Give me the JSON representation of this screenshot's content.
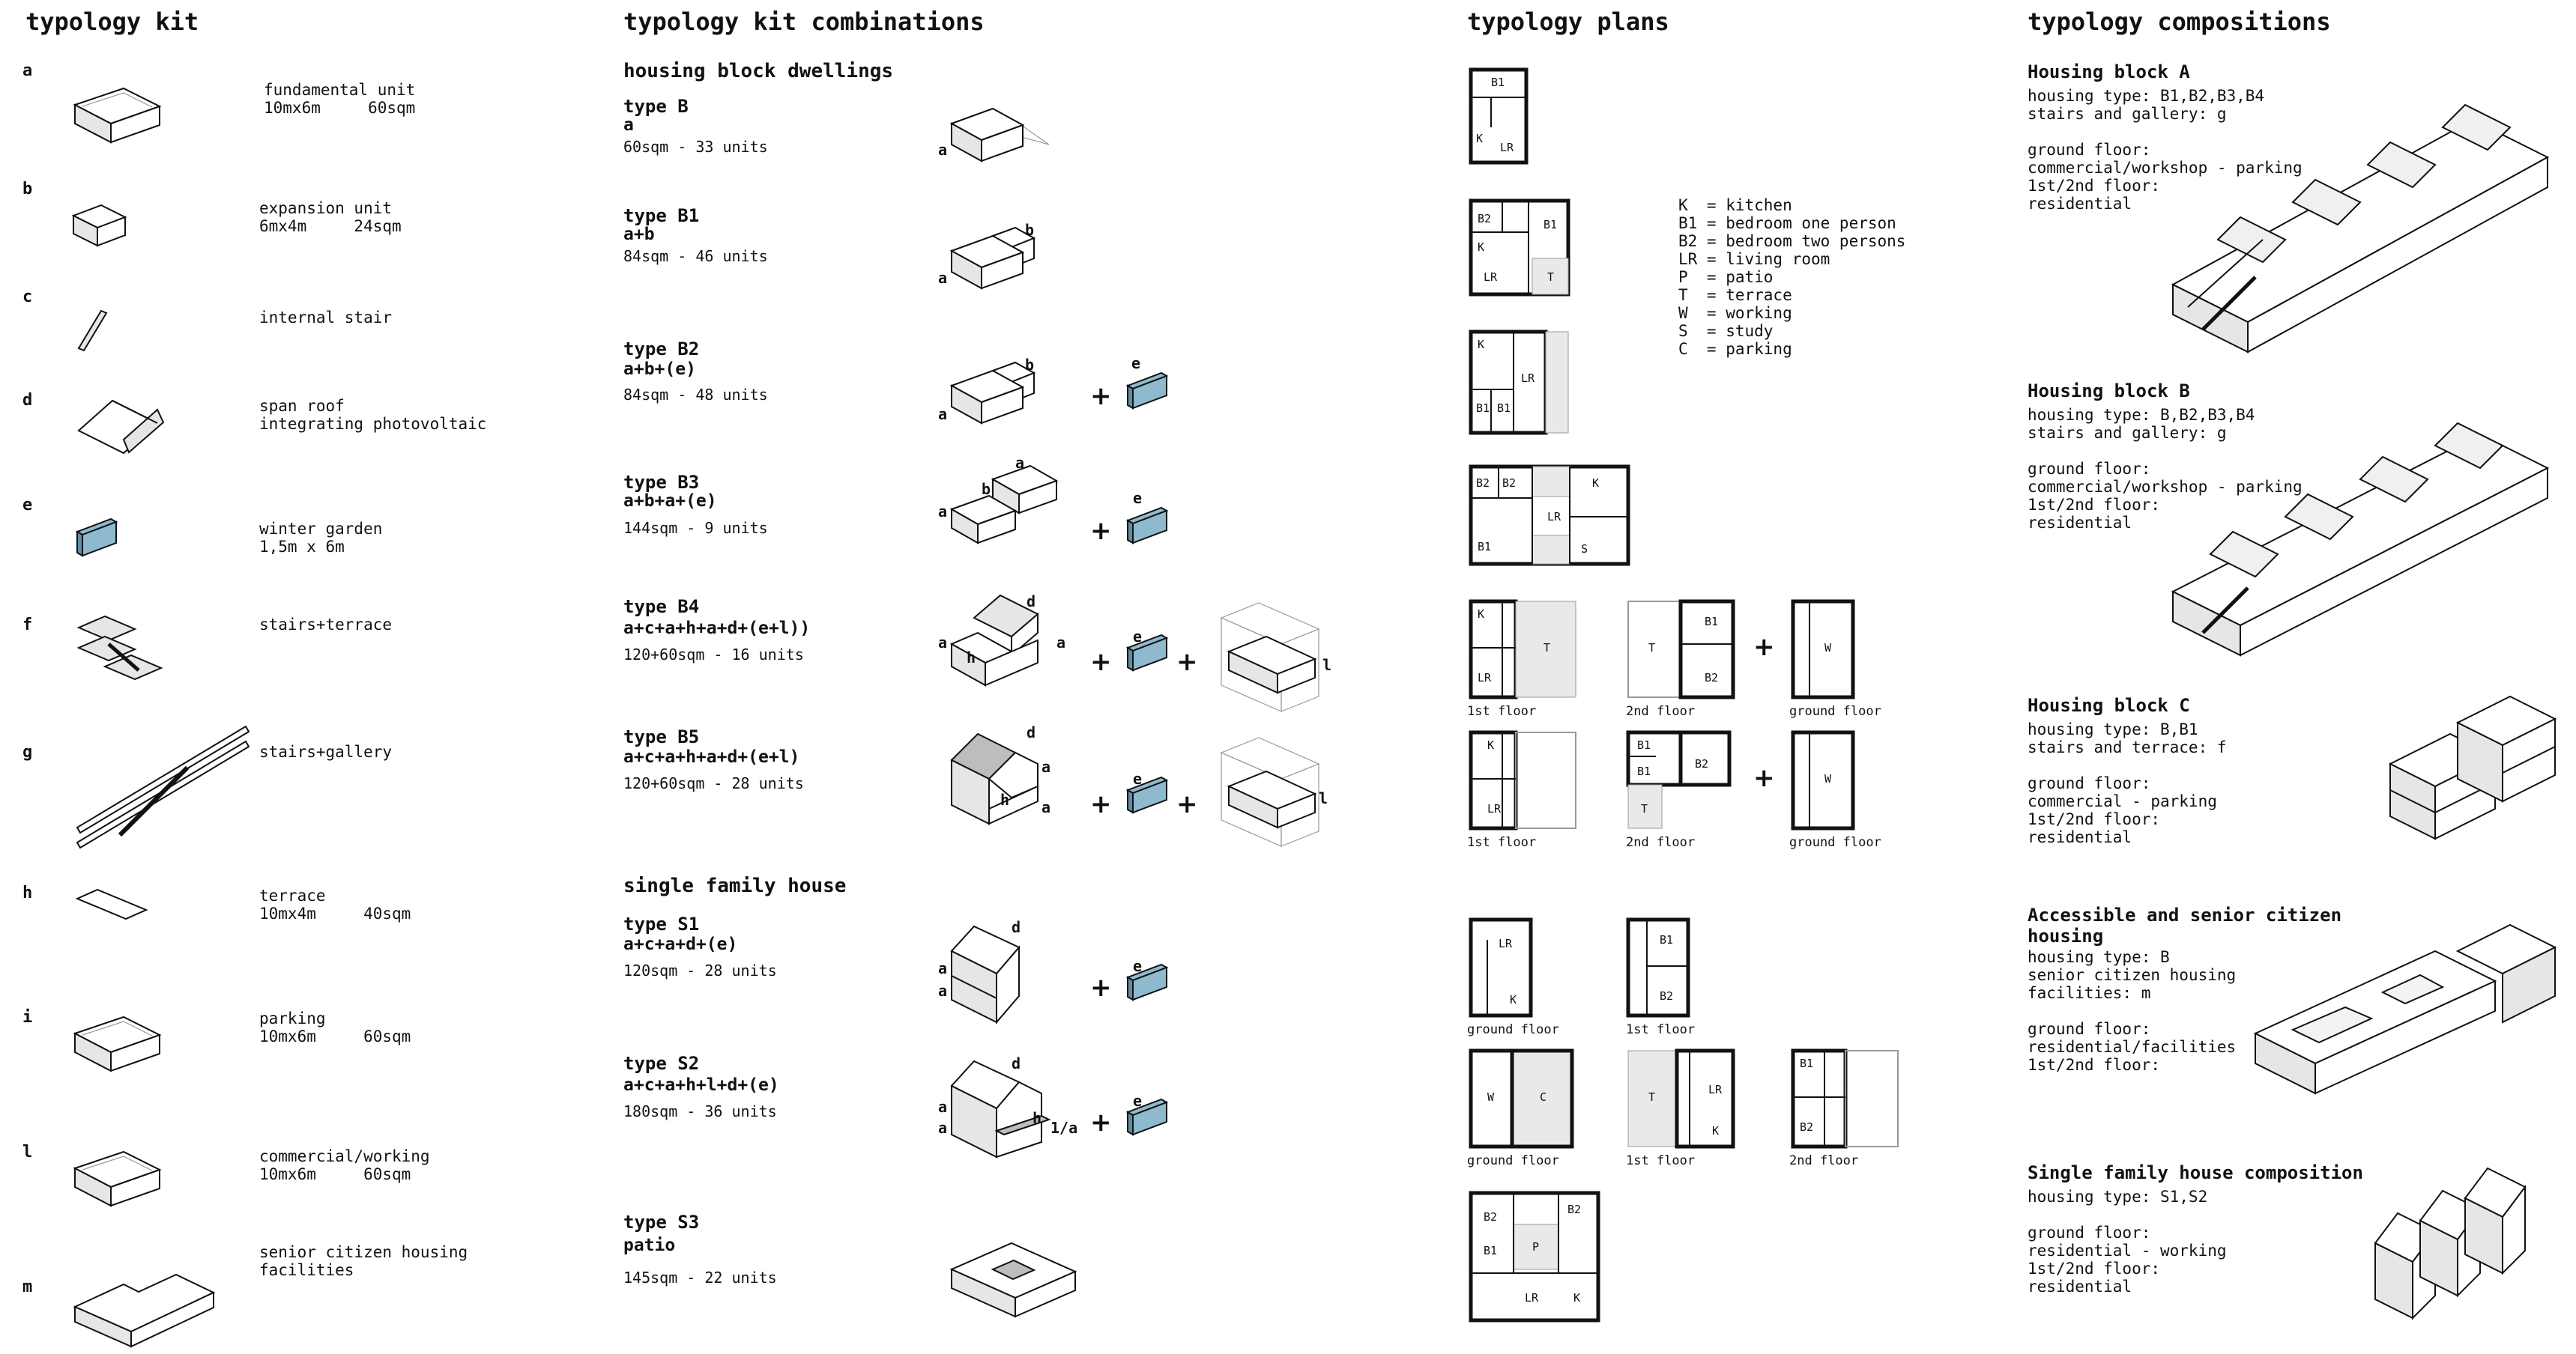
{
  "columns": {
    "kit": "typology kit",
    "combinations": "typology kit combinations",
    "plans": "typology plans",
    "compositions": "typology compositions"
  },
  "kit": [
    {
      "letter": "a",
      "desc": "fundamental unit\n10mx6m     60sqm"
    },
    {
      "letter": "b",
      "desc": "expansion unit\n6mx4m     24sqm"
    },
    {
      "letter": "c",
      "desc": "internal stair"
    },
    {
      "letter": "d",
      "desc": "span roof\nintegrating photovoltaic"
    },
    {
      "letter": "e",
      "desc": "winter garden\n1,5m x 6m"
    },
    {
      "letter": "f",
      "desc": "stairs+terrace"
    },
    {
      "letter": "g",
      "desc": "stairs+gallery"
    },
    {
      "letter": "h",
      "desc": "terrace\n10mx4m     40sqm"
    },
    {
      "letter": "i",
      "desc": "parking\n10mx6m     60sqm"
    },
    {
      "letter": "l",
      "desc": "commercial/working\n10mx6m     60sqm"
    },
    {
      "letter": "m",
      "desc": "senior citizen housing\nfacilities"
    }
  ],
  "combinations": {
    "housing_heading": "housing block dwellings",
    "single_heading": "single family house",
    "types": [
      {
        "name": "type B",
        "formula": "a",
        "stat": "60sqm - 33 units"
      },
      {
        "name": "type B1",
        "formula": "a+b",
        "stat": "84sqm - 46 units"
      },
      {
        "name": "type B2",
        "formula": "a+b+(e)",
        "stat": "84sqm - 48 units"
      },
      {
        "name": "type B3",
        "formula": "a+b+a+(e)",
        "stat": "144sqm - 9 units"
      },
      {
        "name": "type B4",
        "formula": "a+c+a+h+a+d+(e+l))",
        "stat": "120+60sqm - 16 units"
      },
      {
        "name": "type B5",
        "formula": "a+c+a+h+a+d+(e+l)",
        "stat": "120+60sqm - 28 units"
      },
      {
        "name": "type S1",
        "formula": "a+c+a+d+(e)",
        "stat": "120sqm - 28 units"
      },
      {
        "name": "type S2",
        "formula": "a+c+a+h+l+d+(e)",
        "stat": "180sqm - 36 units"
      },
      {
        "name": "type S3",
        "formula": "patio",
        "stat": "145sqm - 22 units"
      }
    ],
    "tags": {
      "a": "a",
      "b": "b",
      "d": "d",
      "e": "e",
      "h": "h",
      "l": "l",
      "la": "1/a",
      "plus": "+"
    }
  },
  "plans": {
    "legend": "K  = kitchen\nB1 = bedroom one person\nB2 = bedroom two persons\nLR = living room\nP  = patio\nT  = terrace\nW  = working\nS  = study\nC  = parking",
    "captions": {
      "first": "1st floor",
      "second": "2nd floor",
      "ground": "ground floor"
    },
    "rooms": {
      "K": "K",
      "B1": "B1",
      "B2": "B2",
      "LR": "LR",
      "P": "P",
      "T": "T",
      "W": "W",
      "S": "S",
      "C": "C"
    }
  },
  "compositions": [
    {
      "title": "Housing block A",
      "desc": "housing type: B1,B2,B3,B4\nstairs and gallery: g\n\nground floor:\ncommercial/workshop - parking\n1st/2nd floor:\nresidential"
    },
    {
      "title": "Housing block B",
      "desc": "housing type: B,B2,B3,B4\nstairs and gallery: g\n\nground floor:\ncommercial/workshop - parking\n1st/2nd floor:\nresidential"
    },
    {
      "title": "Housing block C",
      "desc": "housing type: B,B1\nstairs and terrace: f\n\nground floor:\ncommercial - parking\n1st/2nd floor:\nresidential"
    },
    {
      "title": "Accessible and senior citizen\nhousing",
      "desc": "housing type: B\nsenior citizen housing\nfacilities: m\n\nground floor:\nresidential/facilities\n1st/2nd floor:"
    },
    {
      "title": "Single family house composition",
      "desc": "housing type: S1,S2\n\nground floor:\nresidential - working\n1st/2nd floor:\nresidential"
    }
  ],
  "colors": {
    "accent": "#8fb9cf",
    "line": "#111111",
    "hatch": "#e9e9e9"
  }
}
